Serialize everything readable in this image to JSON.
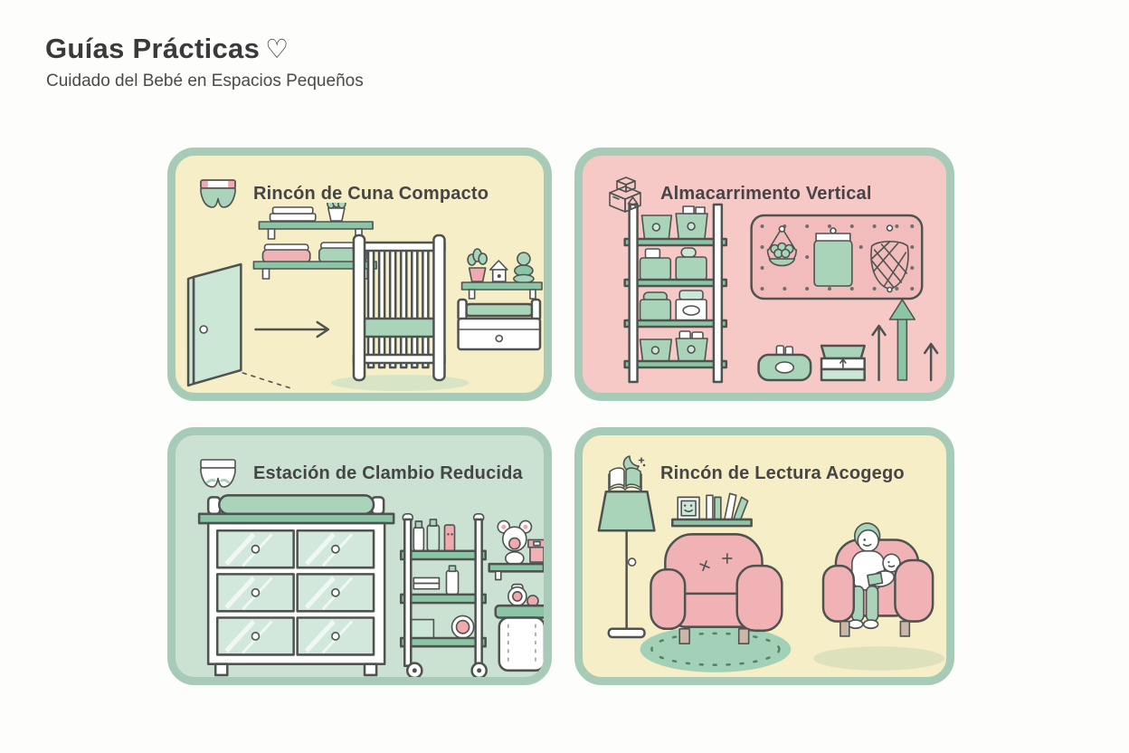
{
  "header": {
    "title": "Guías Prácticas",
    "heart_icon": "♡",
    "subtitle": "Cuidado del Bebé en Espacios Pequeños"
  },
  "panels": [
    {
      "title": "Rincón de Cuna Compacto",
      "icon": "diaper-icon",
      "background": "#f6eec6",
      "illustration": "door-arrow-crib-shelves-toddler-bed"
    },
    {
      "title": "Almacarrimento Vertical",
      "icon": "storage-boxes-icon",
      "background": "#f6c9c7",
      "illustration": "shelving-unit-pegboard-wipes-up-arrows"
    },
    {
      "title": "Estación de Clambio Reducida",
      "icon": "diaper-outline-icon",
      "background": "#cbe2d2",
      "illustration": "changing-dresser-cart-teddy-shelf-diaper-pail"
    },
    {
      "title": "Rincón de Lectura Acogego",
      "icon": "book-moon-icon",
      "background": "#f6eec6",
      "illustration": "lamp-bookshelf-armchair-rug-parent-reading-to-baby"
    }
  ],
  "colors": {
    "panel_border": "#a7cbb6",
    "cream_panel": "#f6eec6",
    "pink_panel": "#f6c9c7",
    "green_panel": "#cbe2d2",
    "accent_green": "#a9d4ba",
    "accent_pink": "#f1b2b5",
    "outline": "#4e5350",
    "title_text": "#3a3a3a"
  }
}
